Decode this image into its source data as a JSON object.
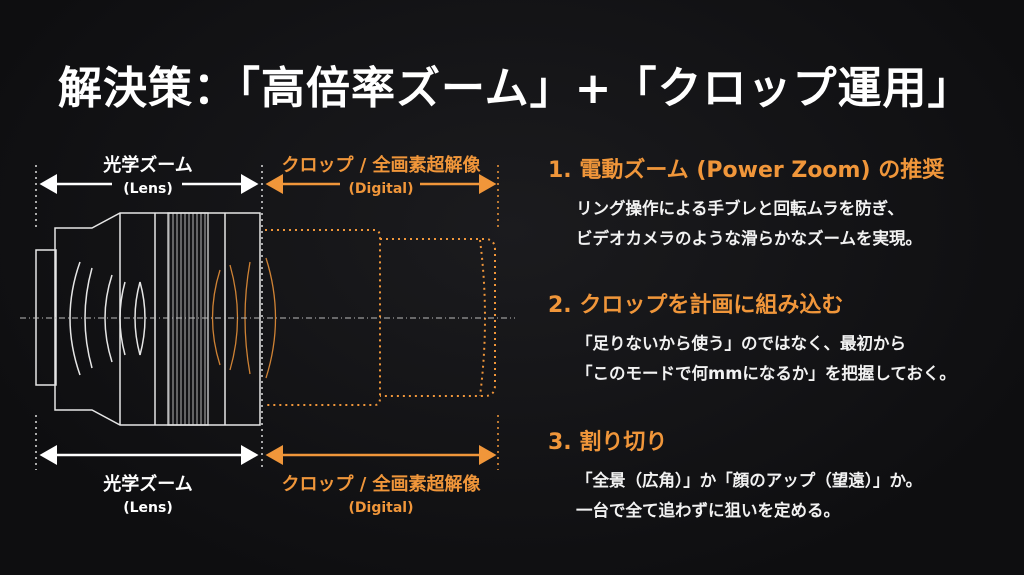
{
  "title": "解決策：「高倍率ズーム」+「クロップ運用」",
  "diagram": {
    "optical_label": "光学ズーム",
    "optical_sub": "(Lens)",
    "digital_label": "クロップ / 全画素超解像",
    "digital_sub": "(Digital)",
    "colors": {
      "optical": "#ffffff",
      "digital": "#f0963a"
    }
  },
  "points": [
    {
      "heading": "1. 電動ズーム (Power Zoom) の推奨",
      "lines": [
        "リング操作による手ブレと回転ムラを防ぎ、",
        "ビデオカメラのような滑らかなズームを実現。"
      ]
    },
    {
      "heading": "2. クロップを計画に組み込む",
      "lines": [
        "「足りないから使う」のではなく、最初から",
        "「このモードで何mmになるか」を把握しておく。"
      ]
    },
    {
      "heading": "3. 割り切り",
      "lines": [
        "「全景（広角）」か「顔のアップ（望遠）」か。",
        "一台で全て追わずに狙いを定める。"
      ]
    }
  ],
  "accent_color": "#f0963a"
}
